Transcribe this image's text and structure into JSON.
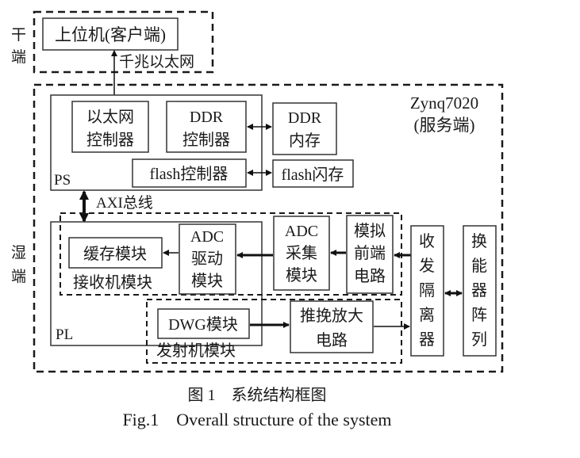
{
  "figure": {
    "caption_cn": "图 1　系统结构框图",
    "caption_en": "Fig.1　Overall structure of the system"
  },
  "regions": {
    "dry_end": {
      "label_1": "干",
      "label_2": "端"
    },
    "wet_end": {
      "label_1": "湿",
      "label_2": "端"
    },
    "server": {
      "title_1": "Zynq7020",
      "title_2": "(服务端)"
    },
    "ps": {
      "label": "PS"
    },
    "pl": {
      "label": "PL"
    },
    "receiver": {
      "label": "接收机模块"
    },
    "transmitter": {
      "label": "发射机模块"
    }
  },
  "blocks": {
    "host": "上位机(客户端)",
    "eth_ctrl": {
      "line1": "以太网",
      "line2": "控制器"
    },
    "ddr_ctrl": {
      "line1": "DDR",
      "line2": "控制器"
    },
    "ddr_mem": {
      "line1": "DDR",
      "line2": "内存"
    },
    "flash_ctrl": "flash控制器",
    "flash_mem": "flash闪存",
    "cache": "缓存模块",
    "adc_driver": {
      "line1": "ADC",
      "line2": "驱动",
      "line3": "模块"
    },
    "adc_acq": {
      "line1": "ADC",
      "line2": "采集",
      "line3": "模块"
    },
    "afe": {
      "line1": "模拟",
      "line2": "前端",
      "line3": "电路"
    },
    "trx_iso": [
      "收",
      "发",
      "隔",
      "离",
      "器"
    ],
    "transducer": [
      "换",
      "能",
      "器",
      "阵",
      "列"
    ],
    "dwg": "DWG模块",
    "pushpull": {
      "line1": "推挽放大",
      "line2": "电路"
    }
  },
  "links": {
    "gigabit_ethernet": "千兆以太网",
    "axi_bus": "AXI总线"
  }
}
